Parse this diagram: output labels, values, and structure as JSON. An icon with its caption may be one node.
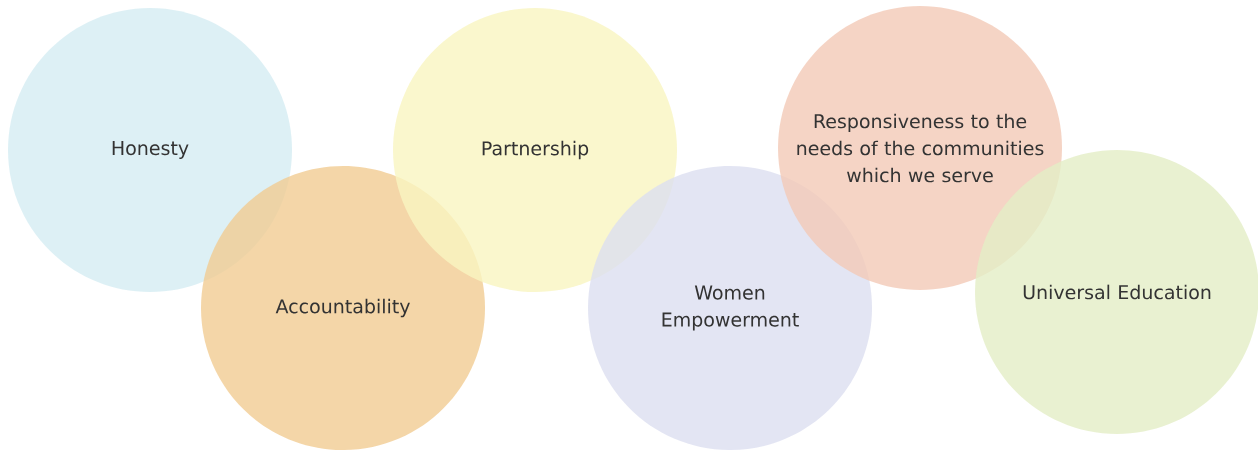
{
  "diagram": {
    "nodes": [
      {
        "text": [
          "Honesty"
        ]
      },
      {
        "text": [
          "Accountability"
        ]
      },
      {
        "text": [
          "Partnership"
        ]
      },
      {
        "text": [
          "Women Empowerment"
        ]
      },
      {
        "text": [
          "Responsiveness to the needs of the communities which we serve"
        ]
      },
      {
        "text": [
          "Universal Education"
        ]
      }
    ]
  }
}
